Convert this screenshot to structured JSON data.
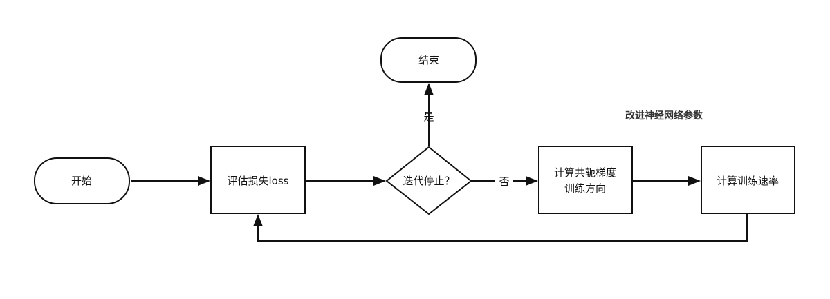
{
  "nodes": {
    "start": "开始",
    "evaluate_loss": "评估损失loss",
    "iterate_stop": "迭代停止？",
    "conjugate_gradient_line1": "计算共轭梯度",
    "conjugate_gradient_line2": "训练方向",
    "training_rate": "计算训练速率",
    "end": "结束"
  },
  "edges": {
    "yes": "是",
    "no": "否"
  },
  "annotation": "改进神经网络参数",
  "colors": {
    "stroke": "#111111",
    "background": "#ffffff"
  }
}
